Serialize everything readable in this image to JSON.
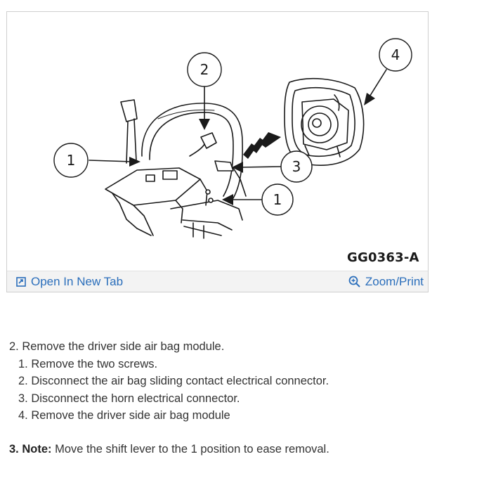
{
  "figure": {
    "callouts": [
      "1",
      "2",
      "3",
      "1",
      "4"
    ],
    "figure_code": "GG0363-A",
    "open_new_tab_label": "Open In New Tab",
    "zoom_print_label": "Zoom/Print",
    "link_color": "#2a6ebb"
  },
  "procedure": {
    "step": "2. Remove the driver side air bag module.",
    "substeps": [
      "1. Remove the two screws.",
      "2. Disconnect the air bag sliding contact electrical connector.",
      "3. Disconnect the horn electrical connector.",
      "4. Remove the driver side air bag module"
    ]
  },
  "note": {
    "label": "3. Note:",
    "text": " Move the shift lever to the 1 position to ease removal."
  }
}
